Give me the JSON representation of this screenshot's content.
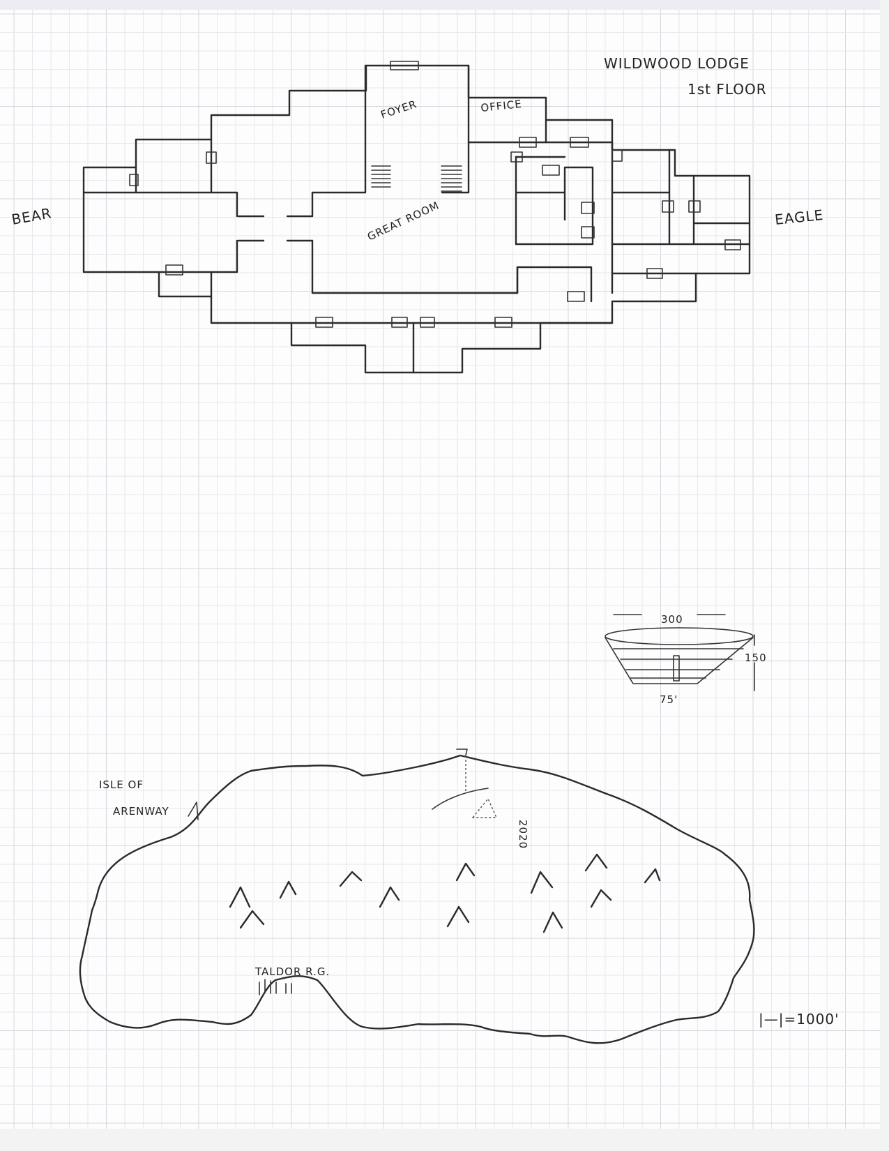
{
  "document": {
    "lodge_title": "WILDWOOD LODGE",
    "lodge_floor": "1st FLOOR",
    "island_title_line1": "ISLE OF",
    "island_title_line2": "ARENWAY",
    "scale_note": "|—|=1000'"
  },
  "floor_plan": {
    "rooms": [
      {
        "label": "FOYER"
      },
      {
        "label": "OFFICE"
      },
      {
        "label": "GREAT ROOM"
      }
    ],
    "wings": [
      {
        "label": "BEAR"
      },
      {
        "label": "EAGLE"
      }
    ]
  },
  "crater_sketch": {
    "top_width": "300",
    "depth": "150",
    "bottom_width": "75'"
  },
  "island_map": {
    "features": [
      {
        "label": "2020"
      },
      {
        "label": "TALDOR R.G."
      }
    ]
  }
}
